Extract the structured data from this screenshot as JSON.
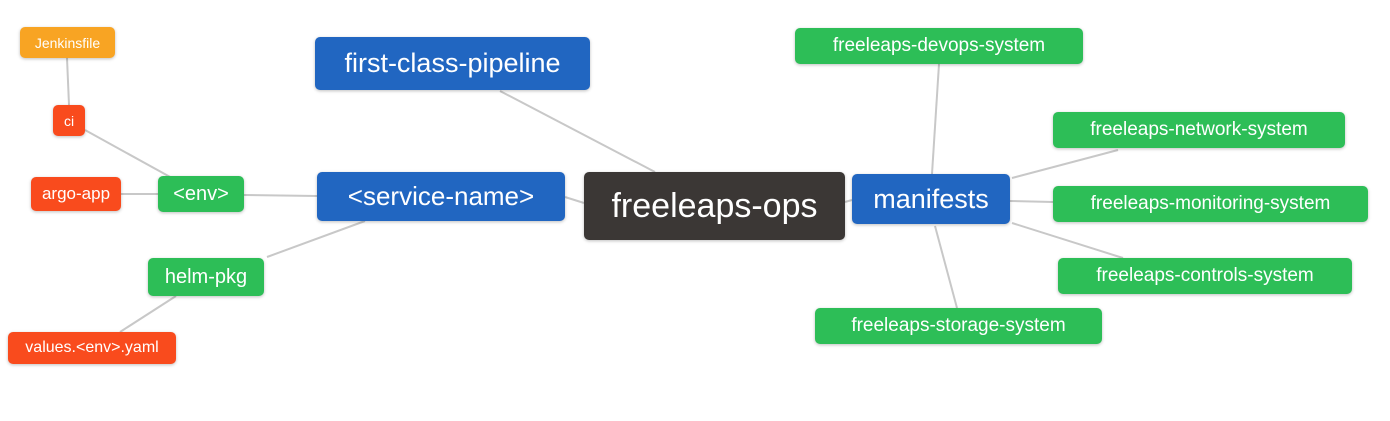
{
  "diagram": {
    "type": "mindmap",
    "center_node": "freeleaps-ops",
    "colors": {
      "blue": "#2166c1",
      "green": "#2dbe57",
      "red": "#f94b1d",
      "orange": "#f8a423",
      "dark": "#3b3735",
      "edge": "#c8c8c8",
      "text": "#ffffff",
      "background": "#ffffff"
    },
    "nodes": {
      "jenkinsfile": {
        "label": "Jenkinsfile",
        "color": "orange"
      },
      "ci": {
        "label": "ci",
        "color": "red"
      },
      "argo_app": {
        "label": "argo-app",
        "color": "red"
      },
      "env": {
        "label": "<env>",
        "color": "green"
      },
      "first_class_pipeline": {
        "label": "first-class-pipeline",
        "color": "blue"
      },
      "service_name": {
        "label": "<service-name>",
        "color": "blue"
      },
      "freeleaps_ops": {
        "label": "freeleaps-ops",
        "color": "dark"
      },
      "manifests": {
        "label": "manifests",
        "color": "blue"
      },
      "devops_system": {
        "label": "freeleaps-devops-system",
        "color": "green"
      },
      "network_system": {
        "label": "freeleaps-network-system",
        "color": "green"
      },
      "monitoring_system": {
        "label": "freeleaps-monitoring-system",
        "color": "green"
      },
      "controls_system": {
        "label": "freeleaps-controls-system",
        "color": "green"
      },
      "storage_system": {
        "label": "freeleaps-storage-system",
        "color": "green"
      },
      "helm_pkg": {
        "label": "helm-pkg",
        "color": "green"
      },
      "values_env_yaml": {
        "label": "values.<env>.yaml",
        "color": "red"
      }
    },
    "edges": [
      {
        "from": "jenkinsfile",
        "to": "ci"
      },
      {
        "from": "ci",
        "to": "env"
      },
      {
        "from": "argo_app",
        "to": "env"
      },
      {
        "from": "env",
        "to": "service_name"
      },
      {
        "from": "service_name",
        "to": "helm_pkg"
      },
      {
        "from": "helm_pkg",
        "to": "values_env_yaml"
      },
      {
        "from": "first_class_pipeline",
        "to": "freeleaps_ops"
      },
      {
        "from": "service_name",
        "to": "freeleaps_ops"
      },
      {
        "from": "freeleaps_ops",
        "to": "manifests"
      },
      {
        "from": "manifests",
        "to": "devops_system"
      },
      {
        "from": "manifests",
        "to": "network_system"
      },
      {
        "from": "manifests",
        "to": "monitoring_system"
      },
      {
        "from": "manifests",
        "to": "controls_system"
      },
      {
        "from": "manifests",
        "to": "storage_system"
      }
    ]
  }
}
